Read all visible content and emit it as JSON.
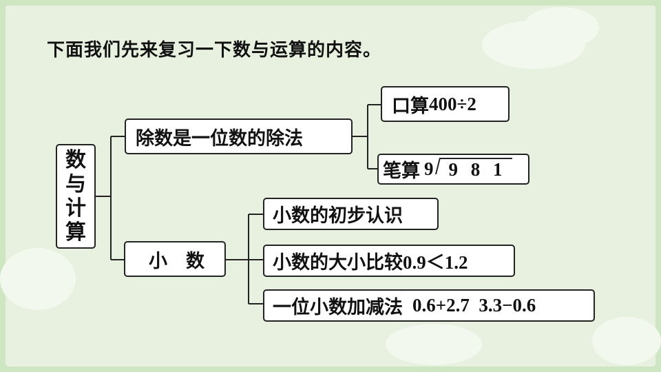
{
  "heading": "下面我们先来复习一下数与运算的内容。",
  "root": {
    "chars": [
      "数",
      "与",
      "计",
      "算"
    ]
  },
  "branch_division": {
    "label": "除数是一位数的除法",
    "oral": {
      "label": "口算",
      "expr": "400÷2"
    },
    "written": {
      "label": "笔算",
      "divisor": "9",
      "dividend": "9 8 1"
    }
  },
  "branch_decimal": {
    "label": "小　数",
    "items": [
      {
        "label": "小数的初步认识",
        "expr": ""
      },
      {
        "label": "小数的大小比较",
        "expr": "0.9＜1.2"
      },
      {
        "label": "一位小数加减法",
        "expr": "0.6+2.7  3.3−0.6"
      }
    ]
  },
  "colors": {
    "background": "#cfe6c2",
    "panel": "#e8f1df",
    "box": "#ffffff",
    "line": "#222222"
  }
}
